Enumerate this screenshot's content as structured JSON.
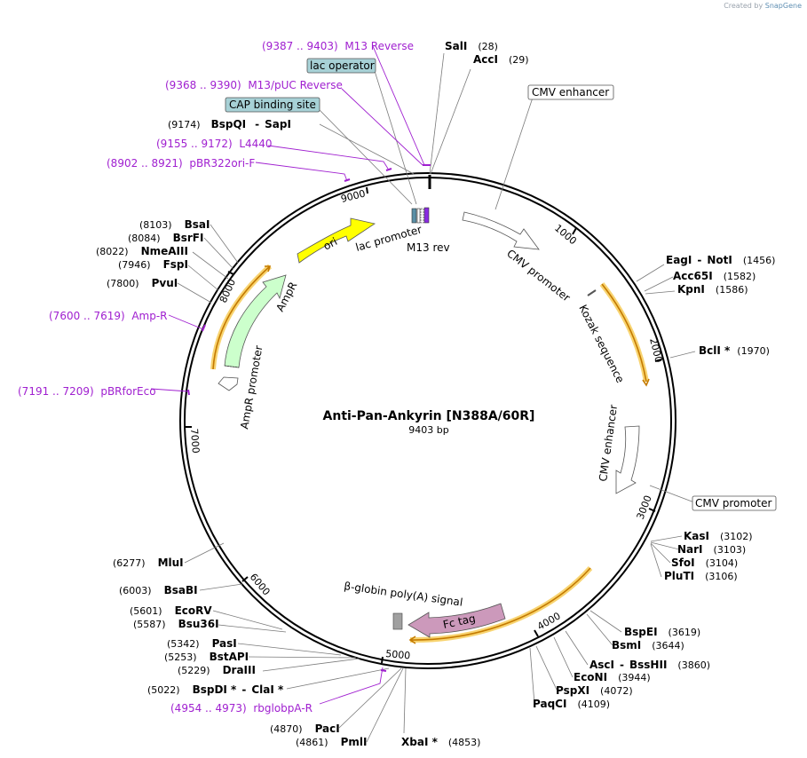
{
  "credit": {
    "prefix": "Created by",
    "brand": "SnapGene"
  },
  "plasmid": {
    "name": "Anti-Pan-Ankyrin [N388A/60R]",
    "length_label": "9403 bp"
  },
  "ticks": [
    "1000",
    "2000",
    "3000",
    "4000",
    "5000",
    "6000",
    "7000",
    "8000",
    "9000"
  ],
  "sites": [
    {
      "id": "sali",
      "name": "SalI",
      "pos": "(28)"
    },
    {
      "id": "acci",
      "name": "AccI",
      "pos": "(29)"
    },
    {
      "id": "eagi",
      "name": "EagI",
      "sep": "-",
      "name2": "NotI",
      "pos": "(1456)"
    },
    {
      "id": "acc65i",
      "name": "Acc65I",
      "pos": "(1582)"
    },
    {
      "id": "kpni",
      "name": "KpnI",
      "pos": "(1586)"
    },
    {
      "id": "bcli",
      "name": "BclI *",
      "pos": "(1970)"
    },
    {
      "id": "kasi",
      "name": "KasI",
      "pos": "(3102)"
    },
    {
      "id": "nari",
      "name": "NarI",
      "pos": "(3103)"
    },
    {
      "id": "sfoi",
      "name": "SfoI",
      "pos": "(3104)"
    },
    {
      "id": "pluti",
      "name": "PluTI",
      "pos": "(3106)"
    },
    {
      "id": "bspei",
      "name": "BspEI",
      "pos": "(3619)"
    },
    {
      "id": "bsmi",
      "name": "BsmI",
      "pos": "(3644)"
    },
    {
      "id": "asci",
      "name": "AscI",
      "sep": "-",
      "name2": "BssHII",
      "pos": "(3860)"
    },
    {
      "id": "econi",
      "name": "EcoNI",
      "pos": "(3944)"
    },
    {
      "id": "pspxi",
      "name": "PspXI",
      "pos": "(4072)"
    },
    {
      "id": "paqci",
      "name": "PaqCI",
      "pos": "(4109)"
    },
    {
      "id": "xbai",
      "name": "XbaI *",
      "pos": "(4853)"
    },
    {
      "id": "pmli",
      "name": "PmlI",
      "pos": "(4861)"
    },
    {
      "id": "paci",
      "name": "PacI",
      "pos": "(4870)"
    },
    {
      "id": "bspdi",
      "name": "BspDI *",
      "sep": "-",
      "name2": "ClaI *",
      "pos": "(5022)"
    },
    {
      "id": "draiii",
      "name": "DraIII",
      "pos": "(5229)"
    },
    {
      "id": "bstapi",
      "name": "BstAPI",
      "pos": "(5253)"
    },
    {
      "id": "pasi",
      "name": "PasI",
      "pos": "(5342)"
    },
    {
      "id": "bsu36i",
      "name": "Bsu36I",
      "pos": "(5587)"
    },
    {
      "id": "ecorv",
      "name": "EcoRV",
      "pos": "(5601)"
    },
    {
      "id": "bsabi",
      "name": "BsaBI",
      "pos": "(6003)"
    },
    {
      "id": "mlui",
      "name": "MluI",
      "pos": "(6277)"
    },
    {
      "id": "pvui",
      "name": "PvuI",
      "pos": "(7800)"
    },
    {
      "id": "fspi",
      "name": "FspI",
      "pos": "(7946)"
    },
    {
      "id": "nmeaiii",
      "name": "NmeAIII",
      "pos": "(8022)"
    },
    {
      "id": "bsrfi",
      "name": "BsrFI",
      "pos": "(8084)"
    },
    {
      "id": "bsai",
      "name": "BsaI",
      "pos": "(8103)"
    },
    {
      "id": "bspqi",
      "name": "BspQI",
      "sep": "-",
      "name2": "SapI",
      "pos": "(9174)"
    }
  ],
  "primers": [
    {
      "id": "m13-reverse",
      "label": "(9387 .. 9403)  M13 Reverse"
    },
    {
      "id": "m13-puc-reverse",
      "label": "(9368 .. 9390)  M13/pUC Reverse"
    },
    {
      "id": "l4440",
      "label": "(9155 .. 9172)  L4440"
    },
    {
      "id": "pbr322ori-f",
      "label": "(8902 .. 8921)  pBR322ori-F"
    },
    {
      "id": "amp-r",
      "label": "(7600 .. 7619)  Amp-R"
    },
    {
      "id": "pbrforeco",
      "label": "(7191 .. 7209)  pBRforEco"
    },
    {
      "id": "rbglobpa-r",
      "label": "(4954 .. 4973)  rbglobpA-R"
    }
  ],
  "boxes": {
    "lac_operator": "lac operator",
    "cap_site": "CAP binding site",
    "cmv_enhancer": "CMV enhancer",
    "cmv_promoter": "CMV promoter"
  },
  "features": {
    "ori": "ori",
    "lac_promoter": "lac promoter",
    "m13_rev": "M13 rev",
    "cmv_promoter": "CMV promoter",
    "kozak": "Kozak sequence",
    "cmv_enhancer": "CMV enhancer",
    "fc_tag": "Fc tag",
    "beta_globin": "β-globin poly(A) signal",
    "ampr": "AmpR",
    "ampr_promoter": "AmpR promoter"
  },
  "colors": {
    "primer": "#a020d0",
    "ori": "#ffff00",
    "ampr": "#ccffcc",
    "fc_tag": "#cc99bb",
    "orf_highlight": "#f5c542",
    "orf_line": "#c47a00",
    "box_fill": "#a7d1d6"
  }
}
